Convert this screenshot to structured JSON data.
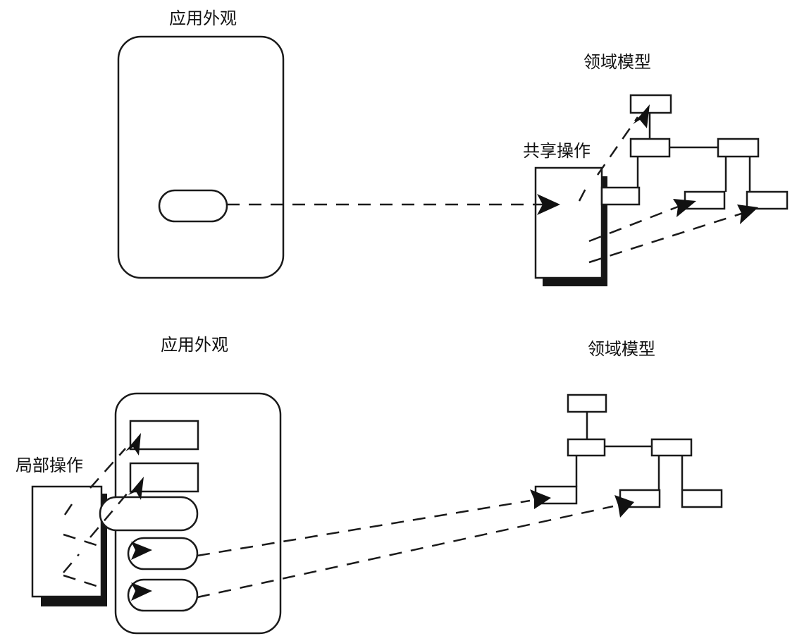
{
  "top": {
    "app_label": "应用外观",
    "domain_label": "领域模型",
    "operation_label": "共享操作"
  },
  "bottom": {
    "app_label": "应用外观",
    "domain_label": "领域模型",
    "operation_label": "局部操作"
  }
}
